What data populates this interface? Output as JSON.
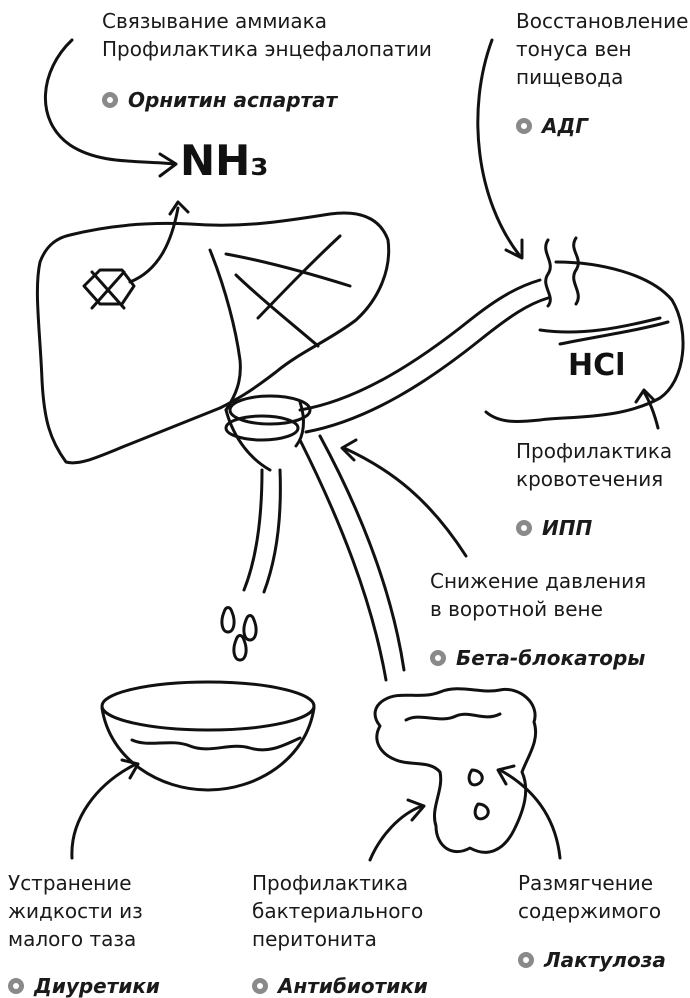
{
  "nodes": {
    "ornithine": {
      "lines": [
        "Связывание аммиака",
        "Профилактика энцефалопатии"
      ],
      "drug": "Орнитин аспартат"
    },
    "adh": {
      "lines": [
        "Восстановление",
        "тонуса вен",
        "пищевода"
      ],
      "drug": "АДГ"
    },
    "ppi": {
      "lines": [
        "Профилактика",
        "кровотечения"
      ],
      "drug": "ИПП"
    },
    "beta": {
      "lines": [
        "Снижение давления",
        "в воротной вене"
      ],
      "drug": "Бета-блокаторы"
    },
    "diuretics": {
      "lines": [
        "Устранение",
        "жидкости из",
        "малого таза"
      ],
      "drug": "Диуретики"
    },
    "antibiotics": {
      "lines": [
        "Профилактика",
        "бактериального",
        "перитонита"
      ],
      "drug": "Антибиотики"
    },
    "lactulose": {
      "lines": [
        "Размягчение",
        "содержимого"
      ],
      "drug": "Лактулоза"
    }
  },
  "illustration_labels": {
    "ammonia": "NH₃",
    "acid": "HCl"
  },
  "colors": {
    "ink": "#1a1a1a",
    "bullet": "#8a8a8a"
  }
}
